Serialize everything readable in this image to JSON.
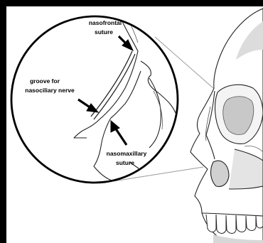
{
  "labels": {
    "nasofrontal": [
      "nasofrontal",
      "suture"
    ],
    "groove": [
      "groove for",
      "nasociliary nerve"
    ],
    "nasomaxillary": [
      "nasomaxillary",
      "suture"
    ]
  },
  "colors": {
    "frame": "#000000",
    "bone_fill": "#ffffff",
    "bone_shade": "#c8c8c8",
    "line": "#222222",
    "leader": "#9a9a9a"
  }
}
